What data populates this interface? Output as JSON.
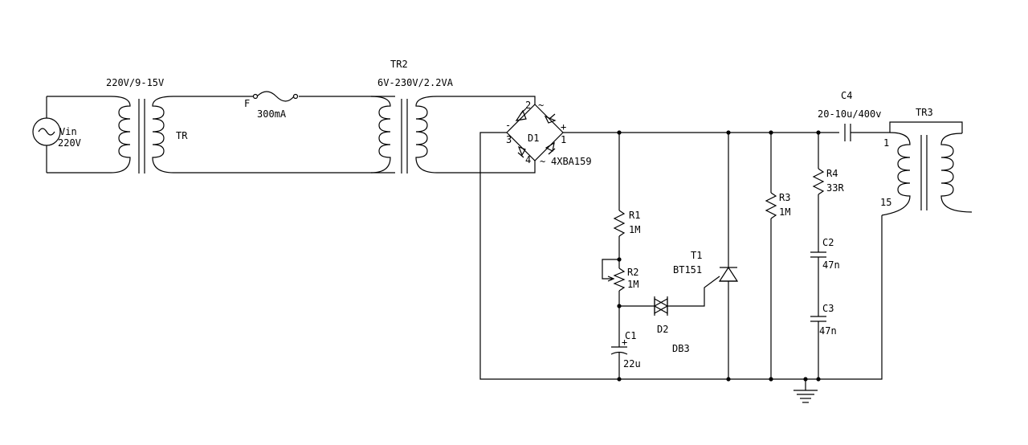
{
  "labels": {
    "vin": "Vin",
    "vin_value": "220V",
    "tr_rating": "220V/9-15V",
    "tr_name": "TR",
    "fuse_name": "F",
    "fuse_value": "300mA",
    "tr2_name": "TR2",
    "tr2_rating": "6V-230V/2.2VA",
    "bridge_name": "D1",
    "bridge_part": "4XBA159",
    "bridge_pin1": "1",
    "bridge_pin2": "2",
    "bridge_pin3": "3",
    "bridge_pin4": "4",
    "bridge_plus": "+",
    "bridge_minus": "-",
    "bridge_ac_top": "~",
    "bridge_ac_bottom": "~",
    "r1_name": "R1",
    "r1_value": "1M",
    "r2_name": "R2",
    "r2_value": "1M",
    "c1_name": "C1",
    "c1_value": "22u",
    "c1_plus": "+",
    "d2_name": "D2",
    "d2_part": "DB3",
    "t1_name": "T1",
    "t1_part": "BT151",
    "r3_name": "R3",
    "r3_value": "1M",
    "r4_name": "R4",
    "r4_value": "33R",
    "c2_name": "C2",
    "c2_value": "47n",
    "c3_name": "C3",
    "c3_value": "47n",
    "c4_name": "C4",
    "c4_value": "20-10u/400v",
    "tr3_name": "TR3",
    "tr3_pin1": "1",
    "tr3_pin15": "15"
  }
}
